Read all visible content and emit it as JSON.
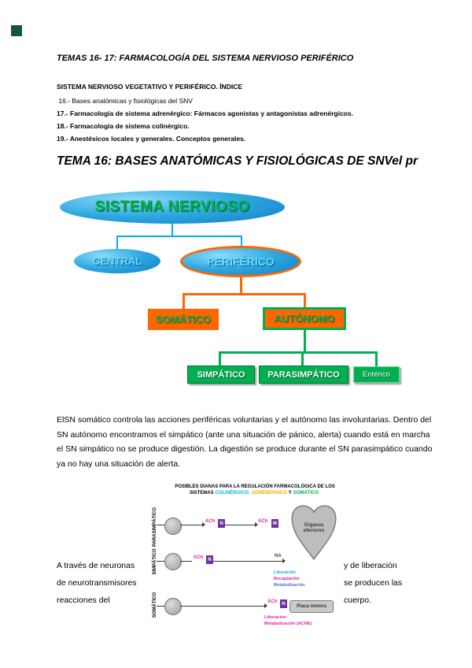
{
  "doc": {
    "title": "TEMAS 16- 17: FARMACOLOGÍA DEL SISTEMA NERVIOSO PERIFÉRICO",
    "index_heading": "SISTEMA NERVIOSO VEGETATIVO Y PERIFÉRICO. ÍNDICE",
    "index_items": [
      " 16.- Bases anatómicas y fisiológicas del SNV",
      "17.- Farmacología de sistema adrenérgico: Fármacos agonistas y antagonistas adrenérgicos.",
      "18.- Farmacología de sistema colinérgico.",
      "19.- Anestésicos locales y generales. Conceptos generales."
    ],
    "section_heading": "TEMA 16: BASES ANATÓMICAS Y FISIOLÓGICAS DE SNVel pr",
    "paragraph": "ElSN somático controla las acciones periféricas voluntarias y el autónomo las involuntarias. Dentro del SN autónomo encontramos el simpático (ante una situación de pánico, alerta) cuando está en marcha el SN simpático no se produce digestión. La digestión se produce durante el SN parasimpático cuando ya no hay una situación de alerta.",
    "wrap_left": [
      "A través de neuronas",
      "de neurotransmisores",
      "reacciones del"
    ],
    "wrap_right": [
      "y de liberación",
      "se producen las",
      "cuerpo."
    ]
  },
  "tree": {
    "root": "SISTEMA NERVIOSO",
    "central": "CENTRAL",
    "periferico": "PERIFÉRICO",
    "somatico": "SOMÁTICO",
    "autonomo": "AUTÓNOMO",
    "simpatico": "SIMPÁTICO",
    "parasimpatico": "PARASIMPÁTICO",
    "enterico": "Entérico"
  },
  "figure": {
    "title_line1": "POSIBLES DIANAS PARA LA REGULACIÓN FARMACOLÓGICA DE LOS",
    "title_sistemas": "SISTEMAS",
    "title_colinergico": "COLINÉRGICO,",
    "title_adrenergico": "ADRENÉRGICO",
    "title_y": "Y",
    "title_somatico": "SOMÁTICO",
    "side_labels": [
      "PARASIMPÁTICO",
      "SIMPÁTICO",
      "SOMÁTICO"
    ],
    "ach": "ACh",
    "na": "NA",
    "receptor_n": "N",
    "receptor_m": "M",
    "organos": "Órganos efectores",
    "placa": "Placa motora",
    "legend_mid": [
      "Liberación",
      "Recaptación",
      "Metabolización"
    ],
    "legend_bottom": [
      "Liberación",
      "Metabolización (ACNE)"
    ]
  },
  "colors": {
    "logo": "#175247",
    "blue_node": "#1e9cd7",
    "cyan_line": "#00b0f0",
    "orange": "#ff6600",
    "green": "#00b050",
    "magenta": "#e020a0",
    "purple_receptor": "#7030a0"
  }
}
